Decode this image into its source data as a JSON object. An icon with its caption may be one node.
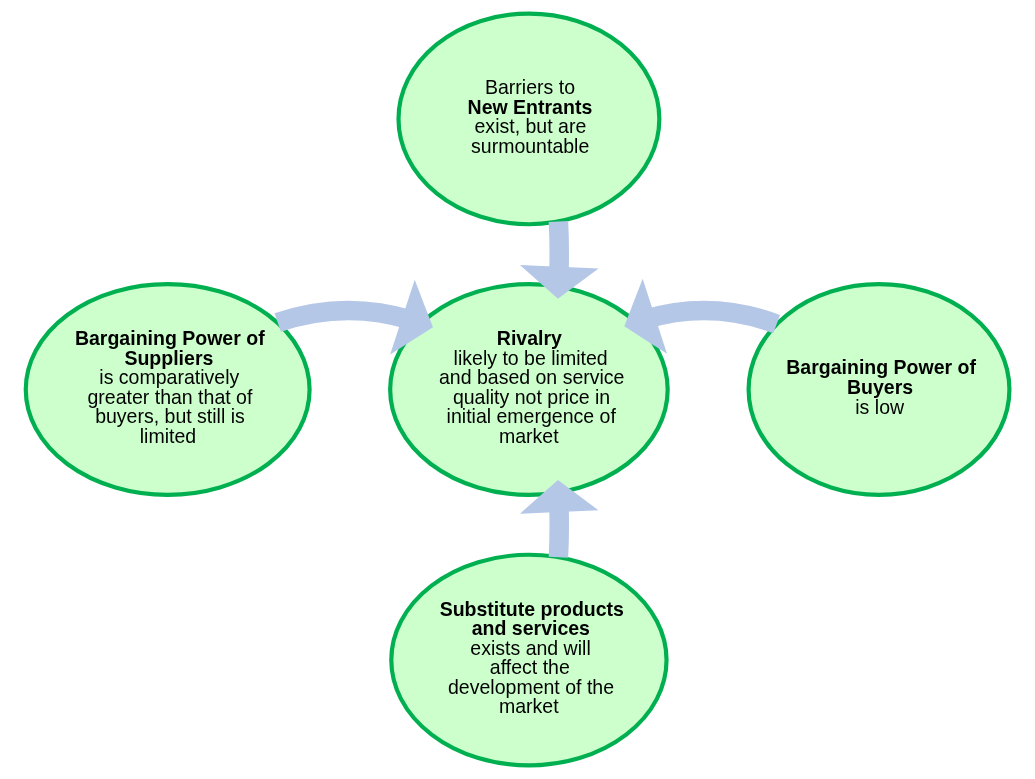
{
  "diagram": {
    "nodes": [
      {
        "text": [
          "Barriers to **New Entrants** exist, but are surmountable"
        ]
      },
      {
        "text": [
          "**Bargaining Power of Suppliers** is comparatively greater than that of buyers, but still is limited"
        ]
      },
      {
        "text": [
          "**Rivalry** likely to be limited and based on service quality not price in initial emergence of market"
        ]
      },
      {
        "text": [
          "**Bargaining Power of Buyers** is low"
        ]
      },
      {
        "text": [
          "**Substitute products and services** exists and will affect the development of the market"
        ]
      }
    ],
    "edges": [
      {
        "from": 0,
        "to": 2,
        "arrow": "to"
      },
      {
        "from": 1,
        "to": 2,
        "arrow": "to"
      },
      {
        "from": 3,
        "to": 2,
        "arrow": "to"
      },
      {
        "from": 4,
        "to": 2,
        "arrow": "to"
      }
    ]
  }
}
